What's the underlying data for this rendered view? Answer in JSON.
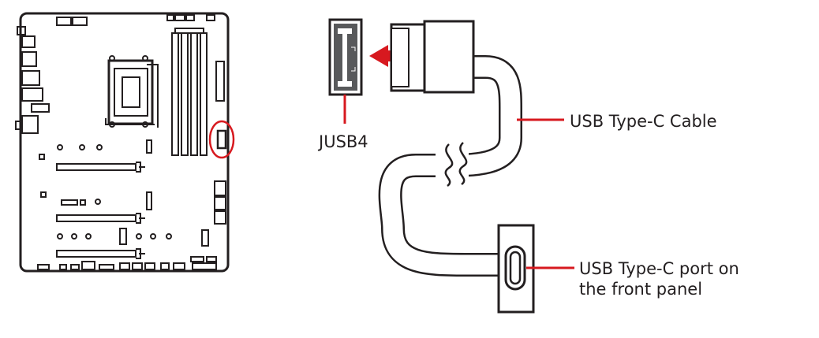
{
  "labels": {
    "connector": "JUSB4",
    "cable": "USB Type-C Cable",
    "port_line1": "USB Type-C port on",
    "port_line2": "the front panel"
  },
  "colors": {
    "outline": "#231f20",
    "accent": "#d7191f",
    "connector_fill": "#58595b"
  },
  "icons": {
    "direction_arrow": "arrow-left-icon",
    "highlight": "circle-highlight-icon"
  }
}
